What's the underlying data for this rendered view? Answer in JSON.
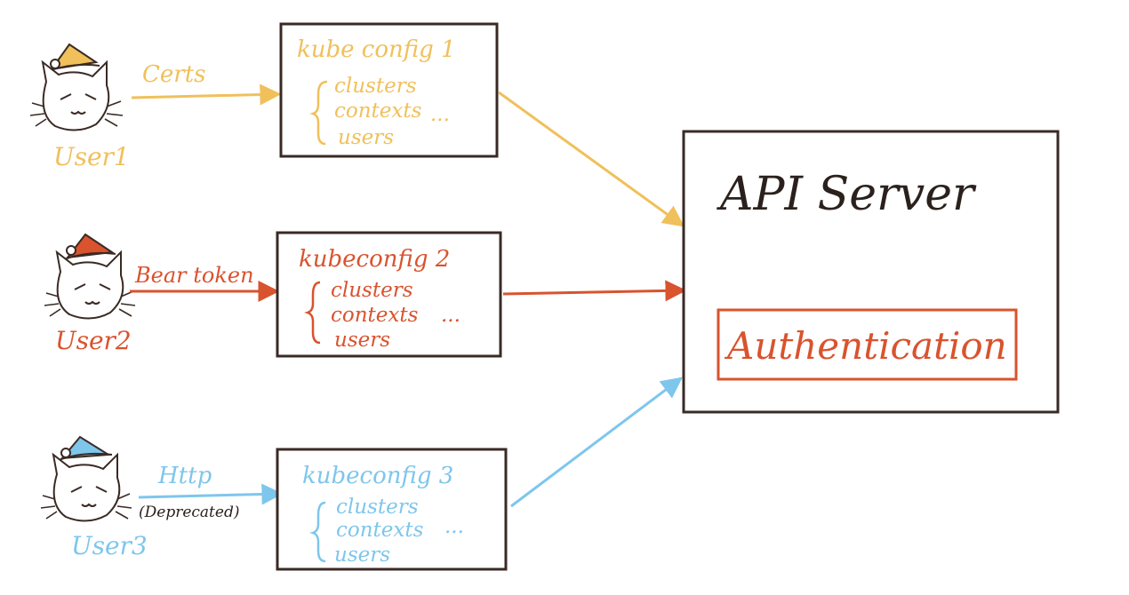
{
  "colors": {
    "user1": "#F0C05A",
    "user2": "#D9532E",
    "user3": "#7EC6EC",
    "ink": "#3A2A24"
  },
  "users": [
    {
      "label": "User1",
      "method": "Certs",
      "note": ""
    },
    {
      "label": "User2",
      "method": "Bear token",
      "note": ""
    },
    {
      "label": "User3",
      "method": "Http",
      "note": "(Deprecated)"
    }
  ],
  "configs": [
    {
      "title": "kube config 1",
      "items": [
        "clusters",
        "contexts",
        "users"
      ],
      "ellipsis": "..."
    },
    {
      "title": "kubeconfig 2",
      "items": [
        "clusters",
        "contexts",
        "users"
      ],
      "ellipsis": "..."
    },
    {
      "title": "kubeconfig 3",
      "items": [
        "clusters",
        "contexts",
        "users"
      ],
      "ellipsis": "..."
    }
  ],
  "api_server": {
    "title": "API Server",
    "authentication": "Authentication"
  }
}
